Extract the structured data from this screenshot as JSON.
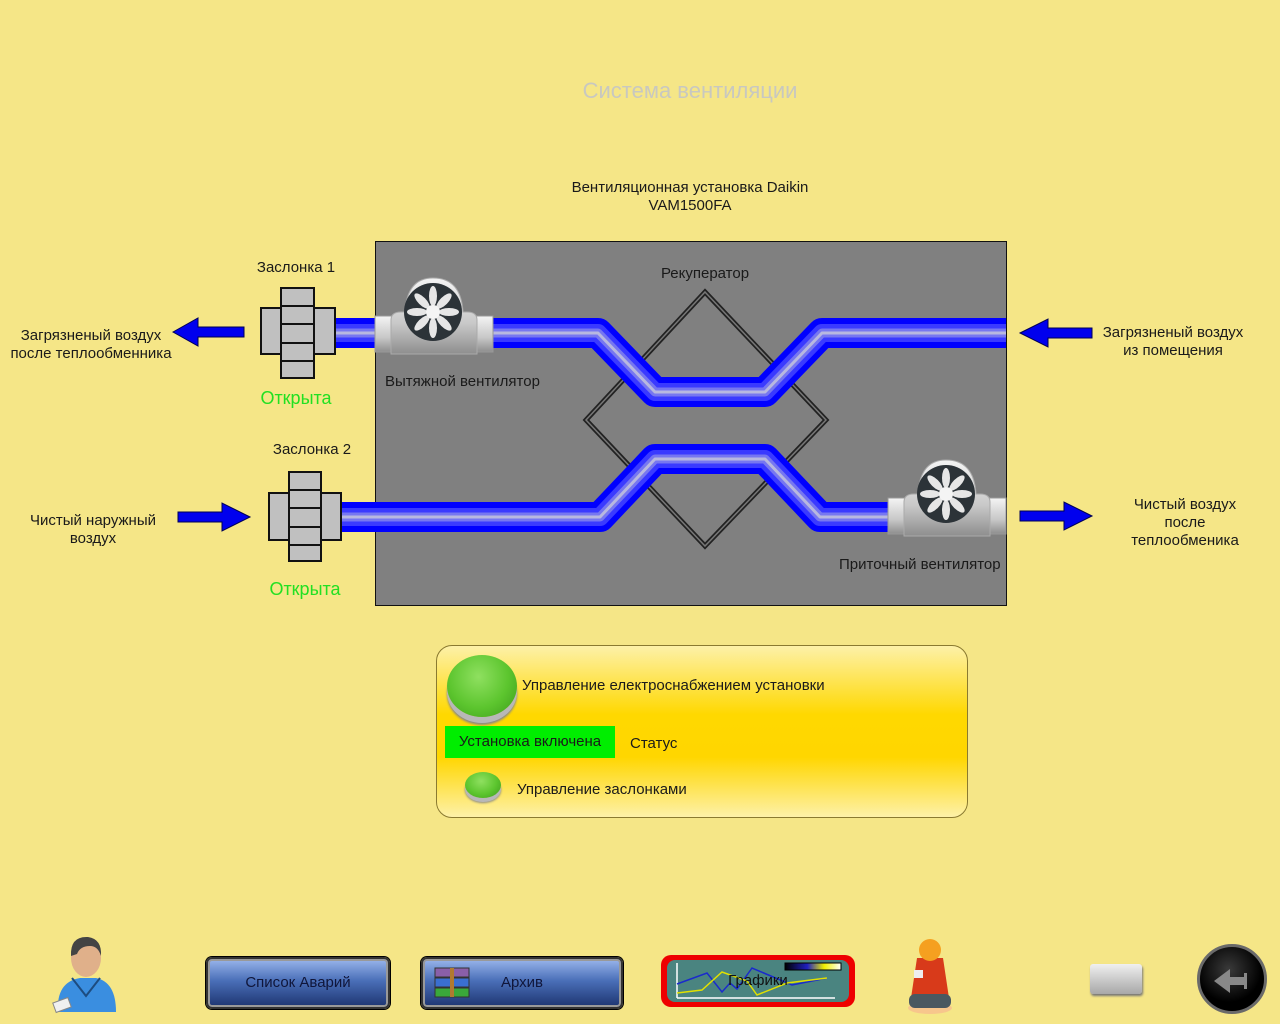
{
  "page": {
    "title": "Система вентиляции",
    "unit_name_line1": "Вентиляционная установка Daikin",
    "unit_name_line2": "VAM1500FA"
  },
  "diagram": {
    "recuperator_label": "Рекуператор",
    "exhaust_fan_label": "Вытяжной вентилятор",
    "supply_fan_label": "Приточный вентилятор",
    "damper1": {
      "label": "Заслонка 1",
      "state": "Открыта"
    },
    "damper2": {
      "label": "Заслонка 2",
      "state": "Открыта"
    },
    "flows": {
      "exhaust_out_line1": "Загрязненый воздух",
      "exhaust_out_line2": "после теплообменника",
      "room_in_line1": "Загрязненый воздух",
      "room_in_line2": "из помещения",
      "outdoor_in_line1": "Чистый наружный",
      "outdoor_in_line2": "воздух",
      "supply_out_line1": "Чистый воздух",
      "supply_out_line2": "после",
      "supply_out_line3": "теплообменика"
    },
    "colors": {
      "pipe": "#0000ff",
      "housing": "#808080",
      "arrow": "#0000ee",
      "open_state": "#22e022"
    }
  },
  "control_panel": {
    "power_control_label": "Управление електроснабжением установки",
    "status_value": "Установка включена",
    "status_label": "Статус",
    "damper_control_label": "Управление заслонками",
    "status_color": "#00ee00"
  },
  "toolbar": {
    "alarm_list_label": "Список  Аварий",
    "archive_label": "Архив",
    "graphs_label": "Графики"
  }
}
